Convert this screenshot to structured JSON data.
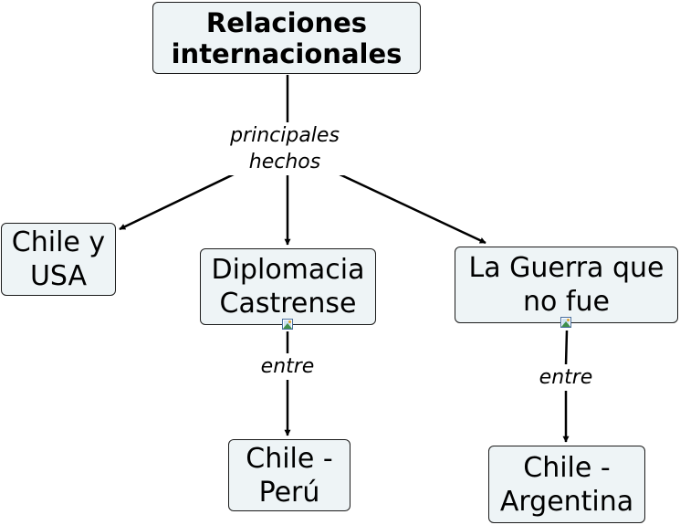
{
  "map": {
    "root": "Relaciones\ninternacionales",
    "root_link_label": "principales\nhechos",
    "concepts": {
      "chile_usa": "Chile y\nUSA",
      "diplomacia": "Diplomacia\nCastrense",
      "guerra": "La Guerra que\nno fue",
      "chile_peru": "Chile -\nPerú",
      "chile_argentina": "Chile -\nArgentina"
    },
    "diplomacia_link_label": "entre",
    "guerra_link_label": "entre"
  },
  "icons": {
    "resource_icon": "image-resource-icon"
  },
  "colors": {
    "node_fill": "#eef4f6",
    "node_border": "#1c1c1c",
    "line": "#000000",
    "background": "#ffffff"
  }
}
